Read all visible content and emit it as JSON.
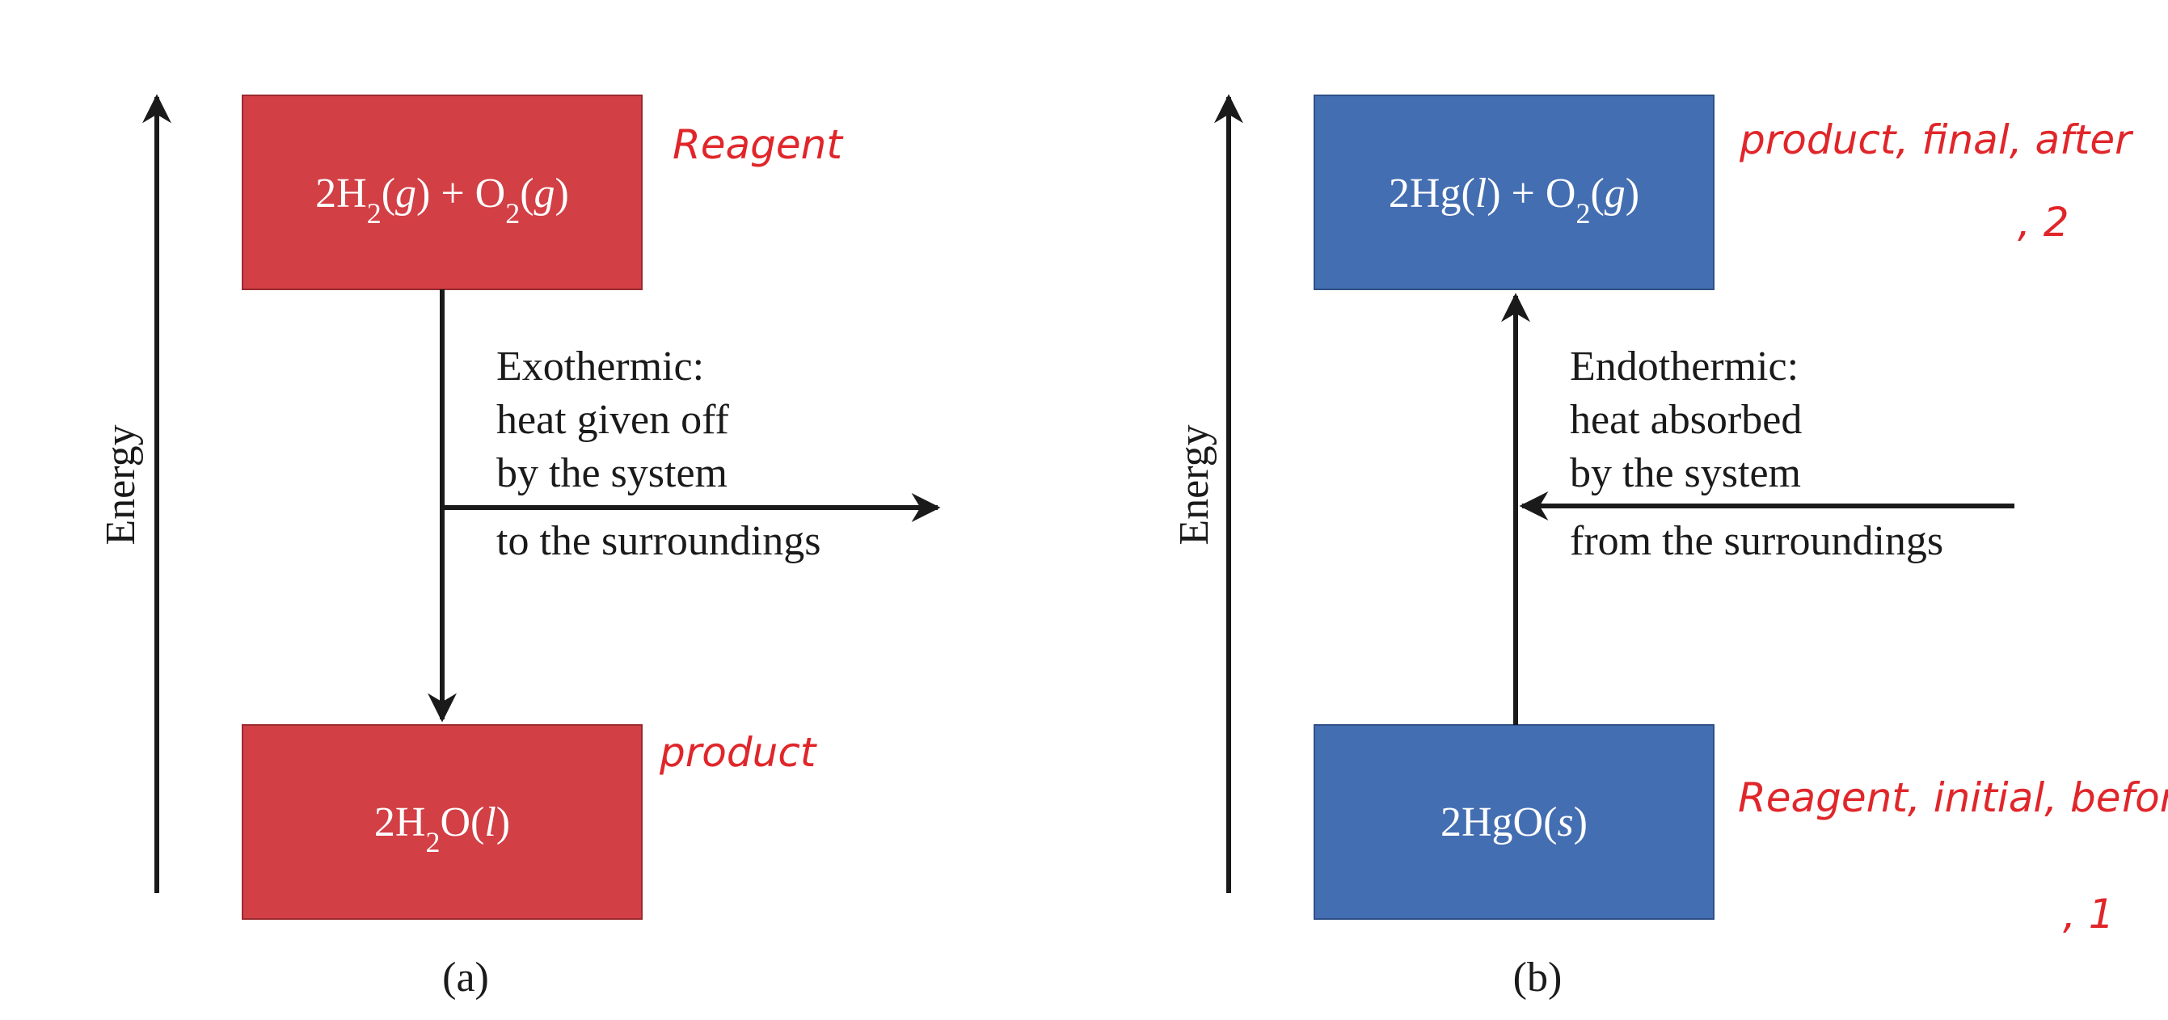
{
  "colors": {
    "exothermic_box": "#D23F45",
    "endothermic_box": "#446EB2",
    "arrow": "#1a1a1a",
    "annotation": "#E0262A"
  },
  "panel_a": {
    "axis_label": "Energy",
    "top_box": {
      "coef": "2H",
      "sub1": "2",
      "mid1": "(",
      "phase1": "g",
      "mid2": ") + O",
      "sub2": "2",
      "mid3": "(",
      "phase2": "g",
      "end": ")"
    },
    "bottom_box": {
      "coef": "2H",
      "sub1": "2",
      "mid1": "O(",
      "phase1": "l",
      "end": ")"
    },
    "description_lines": [
      "Exothermic:",
      "heat given off",
      "by the system"
    ],
    "heat_flow_label": "to the surroundings",
    "caption": "(a)",
    "annotations": {
      "top": "Reagent",
      "bottom": "product"
    }
  },
  "panel_b": {
    "axis_label": "Energy",
    "top_box": {
      "coef": "2Hg(",
      "phase1": "l",
      "mid1": ") + O",
      "sub1": "2",
      "mid2": "(",
      "phase2": "g",
      "end": ")"
    },
    "bottom_box": {
      "coef": "2HgO(",
      "phase1": "s",
      "end": ")"
    },
    "description_lines": [
      "Endothermic:",
      "heat absorbed",
      "by the system"
    ],
    "heat_flow_label": "from the surroundings",
    "caption": "(b)",
    "annotations": {
      "top": "product, final, after",
      "top_number": ", 2",
      "bottom": "Reagent, initial, before",
      "bottom_number": ", 1"
    }
  }
}
